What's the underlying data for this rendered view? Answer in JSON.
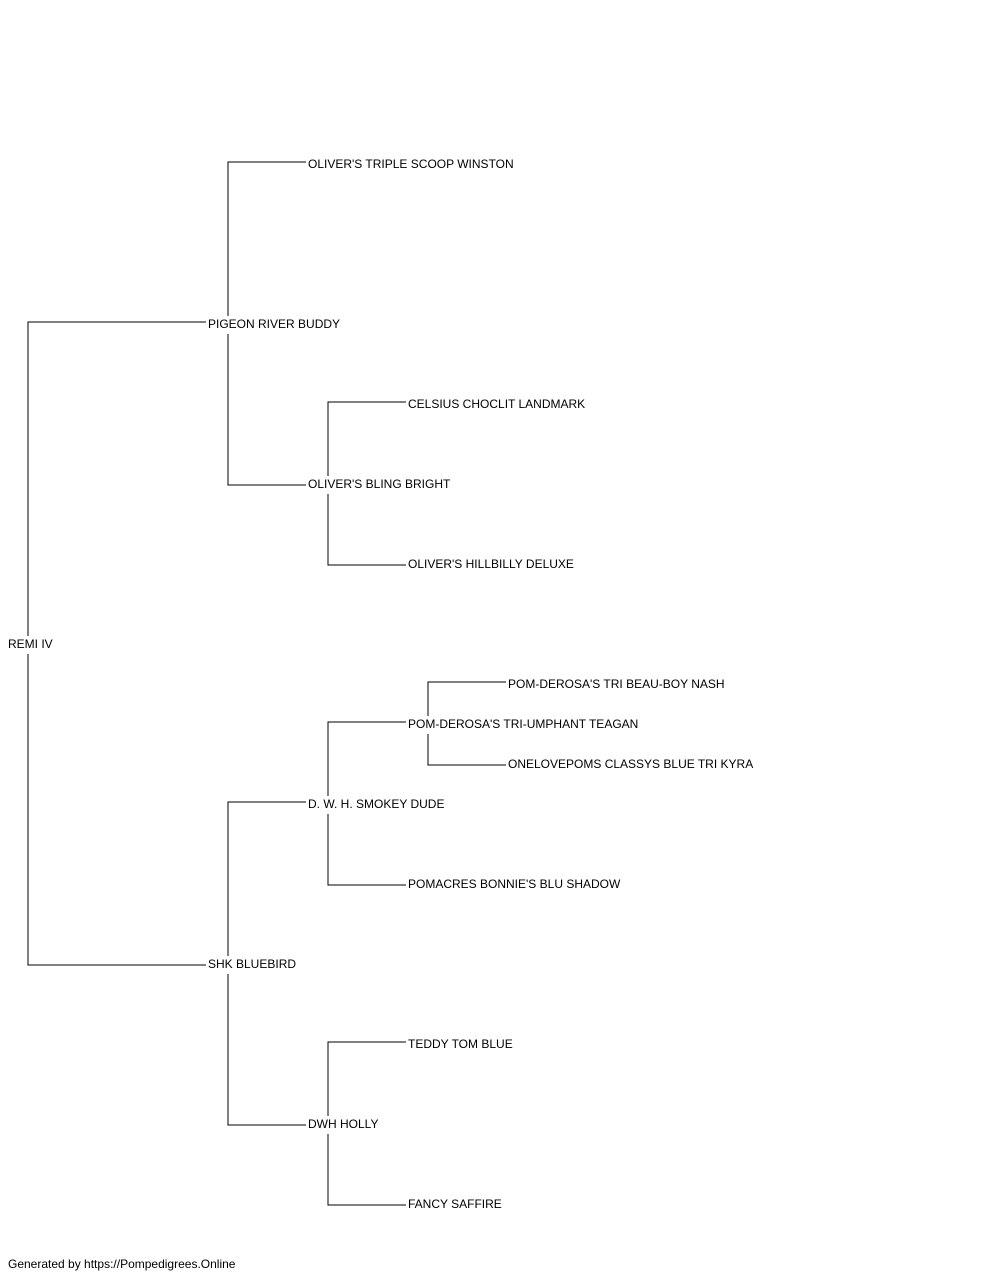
{
  "pedigree": {
    "subject": "REMI IV",
    "sire": {
      "name": "PIGEON RIVER BUDDY",
      "sire": {
        "name": "OLIVER'S TRIPLE SCOOP WINSTON"
      },
      "dam": {
        "name": "OLIVER'S BLING BRIGHT",
        "sire": {
          "name": "CELSIUS CHOCLIT LANDMARK"
        },
        "dam": {
          "name": "OLIVER'S HILLBILLY DELUXE"
        }
      }
    },
    "dam": {
      "name": "SHK BLUEBIRD",
      "sire": {
        "name": "D. W. H. SMOKEY DUDE",
        "sire": {
          "name": "POM-DEROSA'S TRI-UMPHANT TEAGAN",
          "sire": {
            "name": "POM-DEROSA'S TRI BEAU-BOY NASH"
          },
          "dam": {
            "name": "ONELOVEPOMS CLASSYS BLUE TRI KYRA"
          }
        },
        "dam": {
          "name": "POMACRES BONNIE'S BLU SHADOW"
        }
      },
      "dam": {
        "name": "DWH HOLLY",
        "sire": {
          "name": "TEDDY TOM BLUE"
        },
        "dam": {
          "name": "FANCY SAFFIRE"
        }
      }
    }
  },
  "footer": {
    "text": "Generated by https://Pompedigrees.Online"
  },
  "colors": {
    "line": "#000000",
    "text": "#000000",
    "background": "#ffffff"
  }
}
